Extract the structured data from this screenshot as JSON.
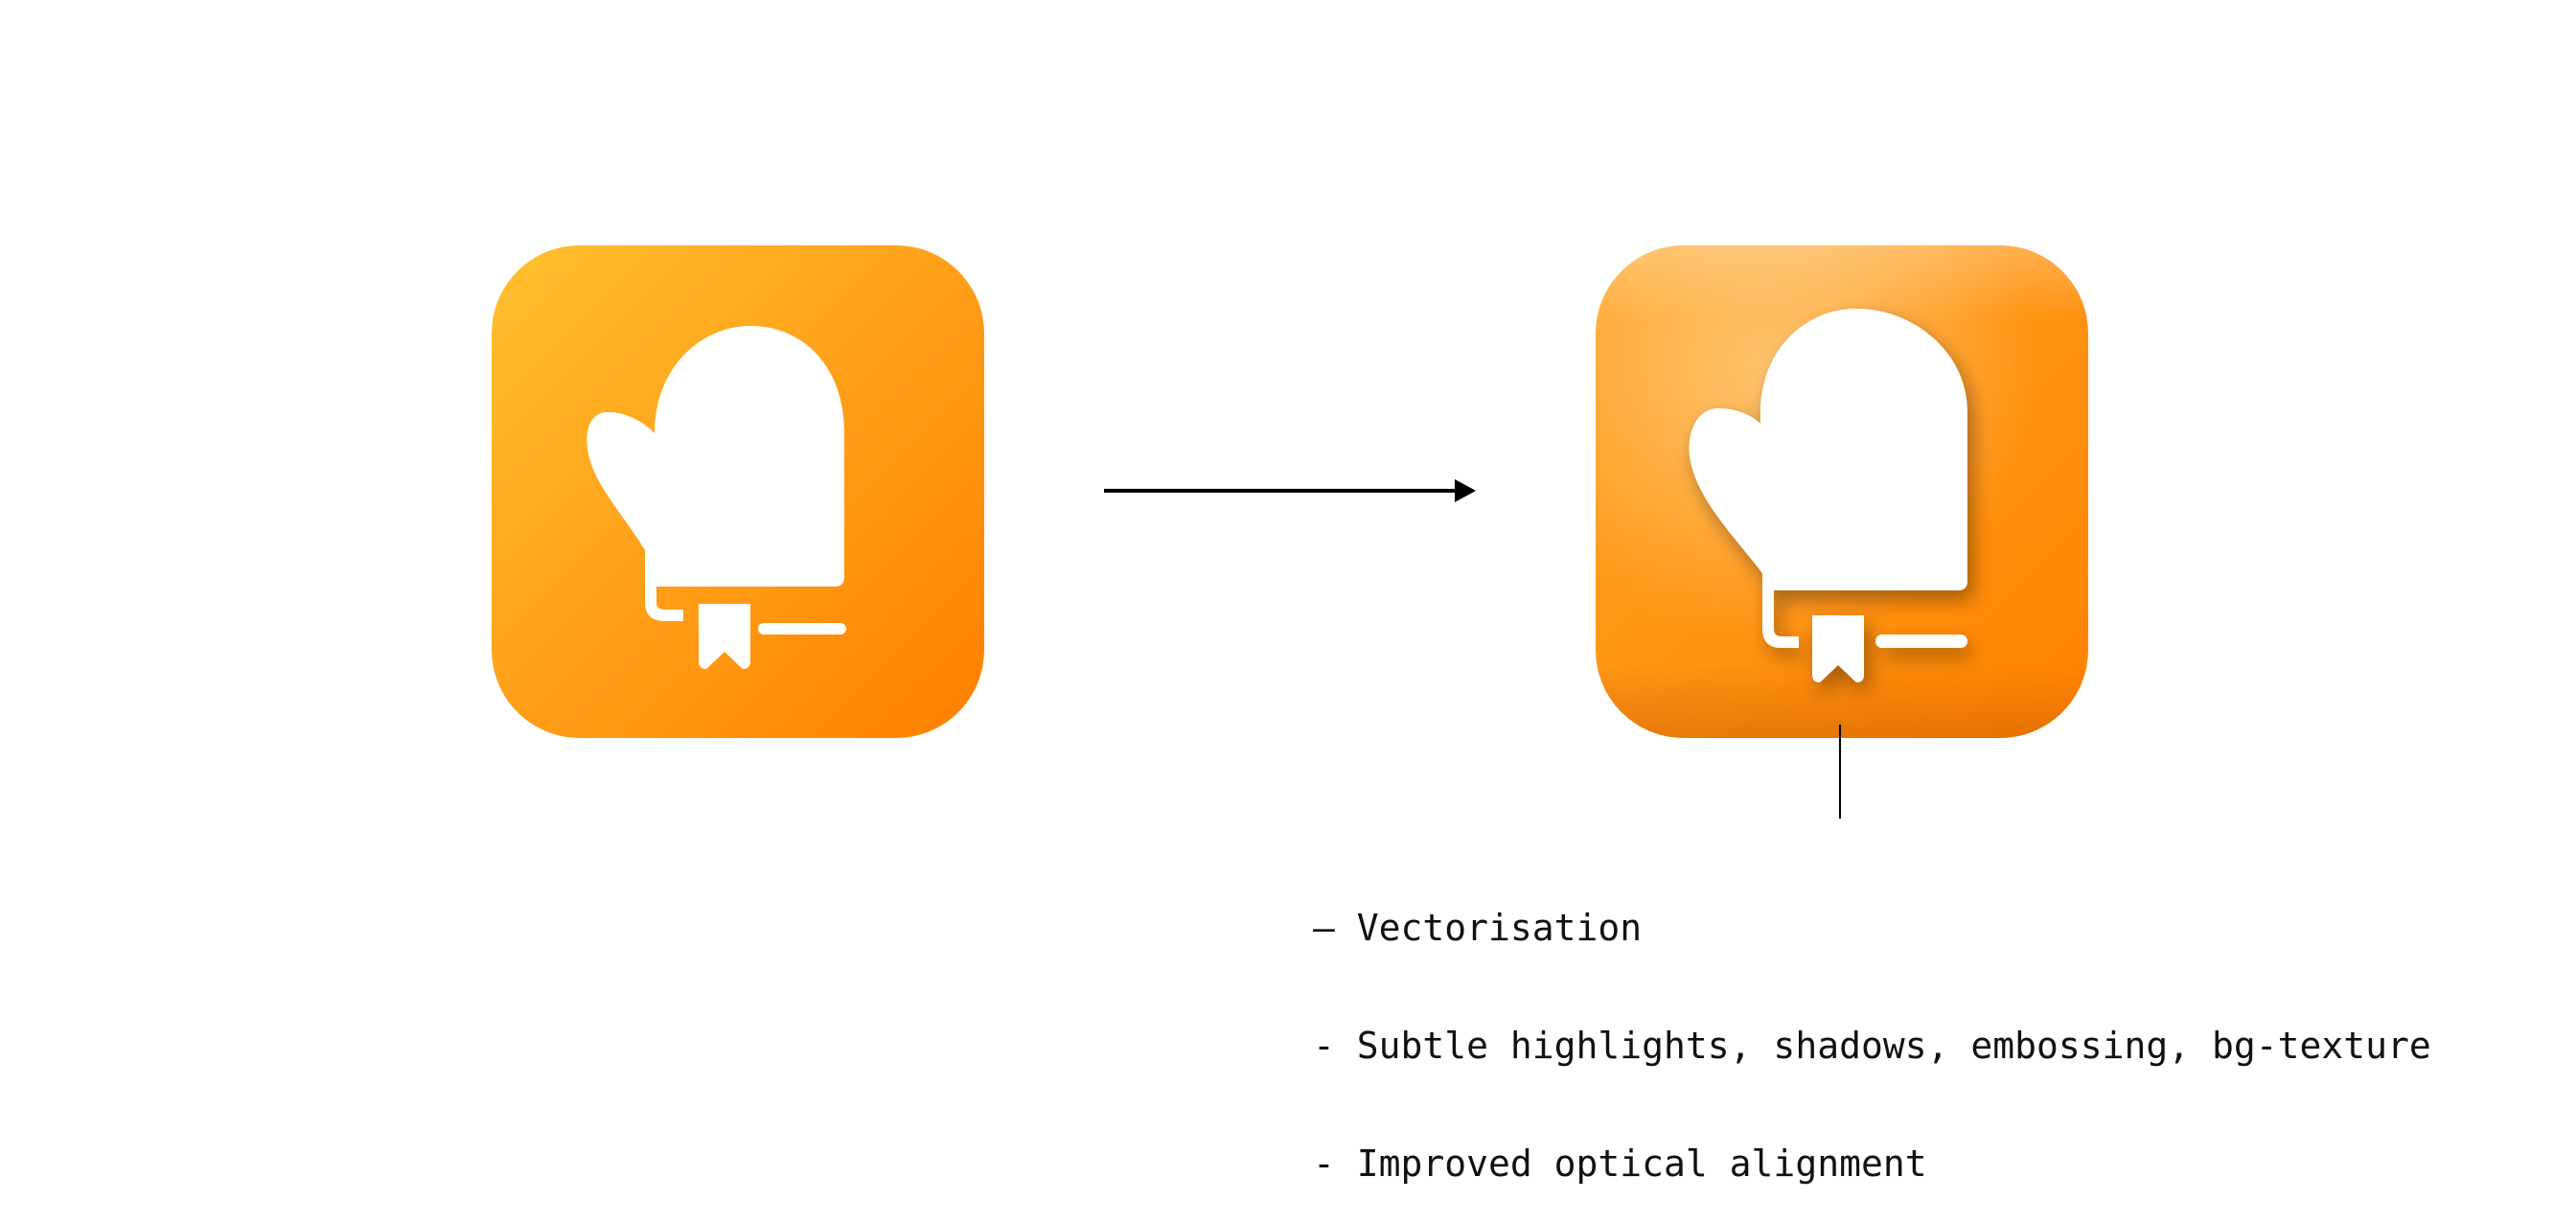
{
  "colors": {
    "background": "#ffffff",
    "icon_gradient_start": "#ffc02f",
    "icon_gradient_end": "#ff7f00",
    "glyph": "#ffffff",
    "line": "#000000"
  },
  "icons": [
    {
      "name": "oven-mitt-icon-before",
      "style": "flat gradient"
    },
    {
      "name": "oven-mitt-icon-after",
      "style": "highlights, shadows, embossing"
    }
  ],
  "notes": [
    "– Vectorisation",
    "- Subtle highlights, shadows, embossing, bg-texture",
    "- Improved optical alignment"
  ]
}
